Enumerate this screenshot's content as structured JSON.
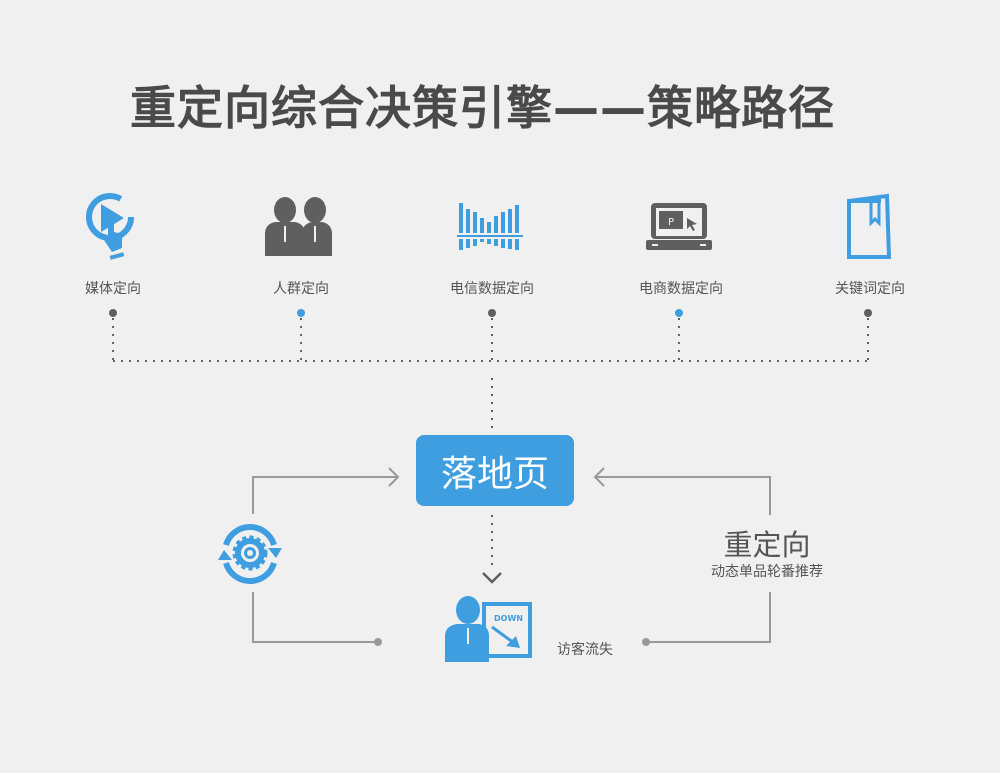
{
  "title": "重定向综合决策引擎——策略路径",
  "sources": [
    {
      "label": "媒体定向",
      "icon": "media-touch-play-icon",
      "dot_color": "#5f5f5f"
    },
    {
      "label": "人群定向",
      "icon": "people-group-icon",
      "dot_color": "#3f9ee0"
    },
    {
      "label": "电信数据定向",
      "icon": "telecom-bars-icon",
      "dot_color": "#5f5f5f"
    },
    {
      "label": "电商数据定向",
      "icon": "ecommerce-laptop-icon",
      "dot_color": "#3f9ee0"
    },
    {
      "label": "关键词定向",
      "icon": "keyword-book-icon",
      "dot_color": "#5f5f5f"
    }
  ],
  "landing_page": "落地页",
  "visitor_loss": {
    "label": "访客流失",
    "badge": "DOWN"
  },
  "retarget": {
    "title": "重定向",
    "subtitle": "动态单品轮番推荐"
  },
  "colors": {
    "accent": "#3f9ee0",
    "icon_gray": "#5f5f5f",
    "line": "#999999",
    "background": "#f0f0f0"
  }
}
